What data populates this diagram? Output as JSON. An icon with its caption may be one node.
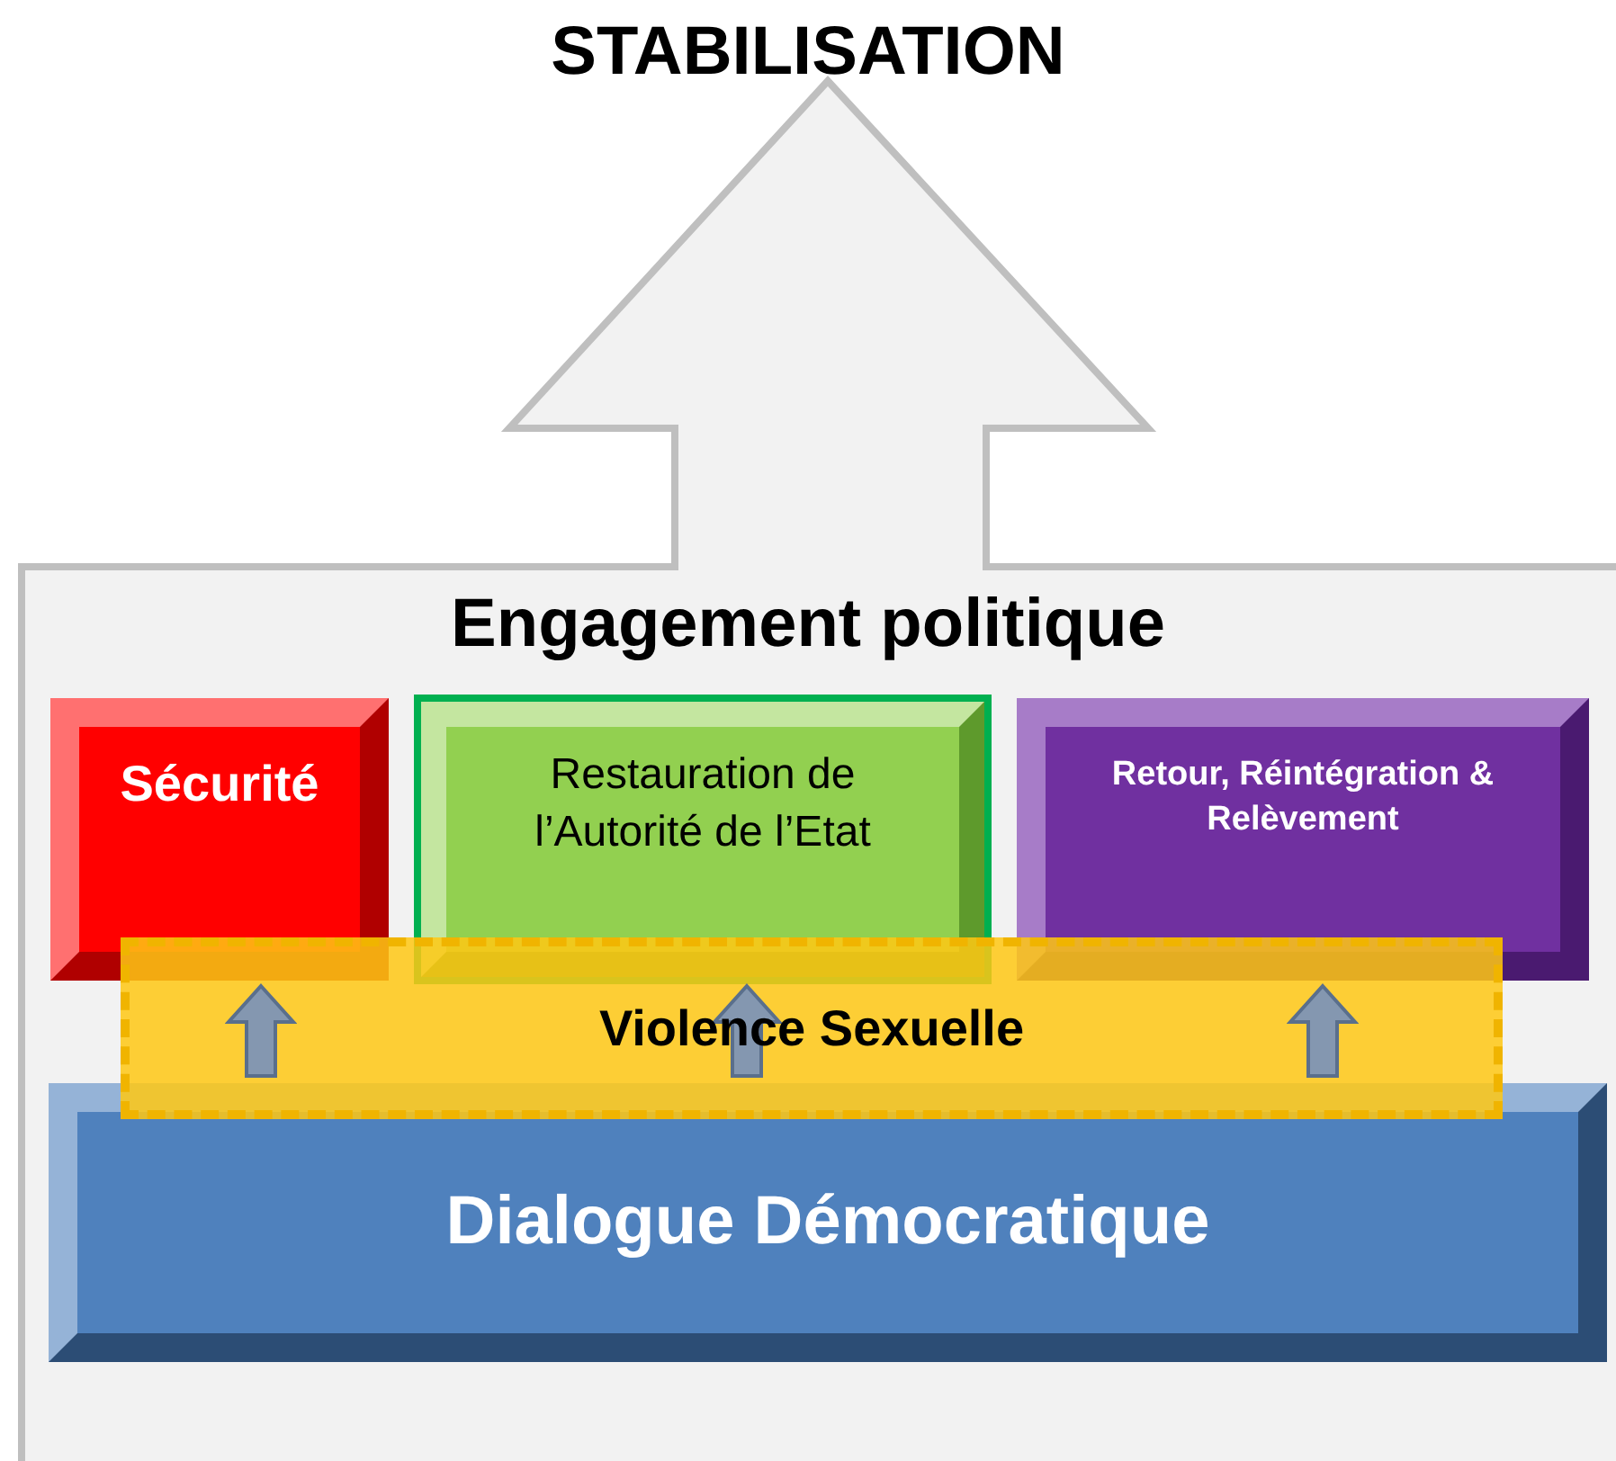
{
  "diagram": {
    "title": "STABILISATION",
    "nodes": [
      {
        "text": [
          "Engagement politique"
        ]
      },
      {
        "text": [
          "Sécurité"
        ],
        "in": 0
      },
      {
        "text": [
          "Restauration de l’Autorité de l’Etat"
        ],
        "in": 0
      },
      {
        "text": [
          "Retour, Réintégration & Relèvement"
        ],
        "in": 0
      },
      {
        "text": [
          "Violence Sexuelle"
        ],
        "in": 0
      },
      {
        "text": [
          "Dialogue Démocratique"
        ],
        "in": 0
      }
    ]
  }
}
